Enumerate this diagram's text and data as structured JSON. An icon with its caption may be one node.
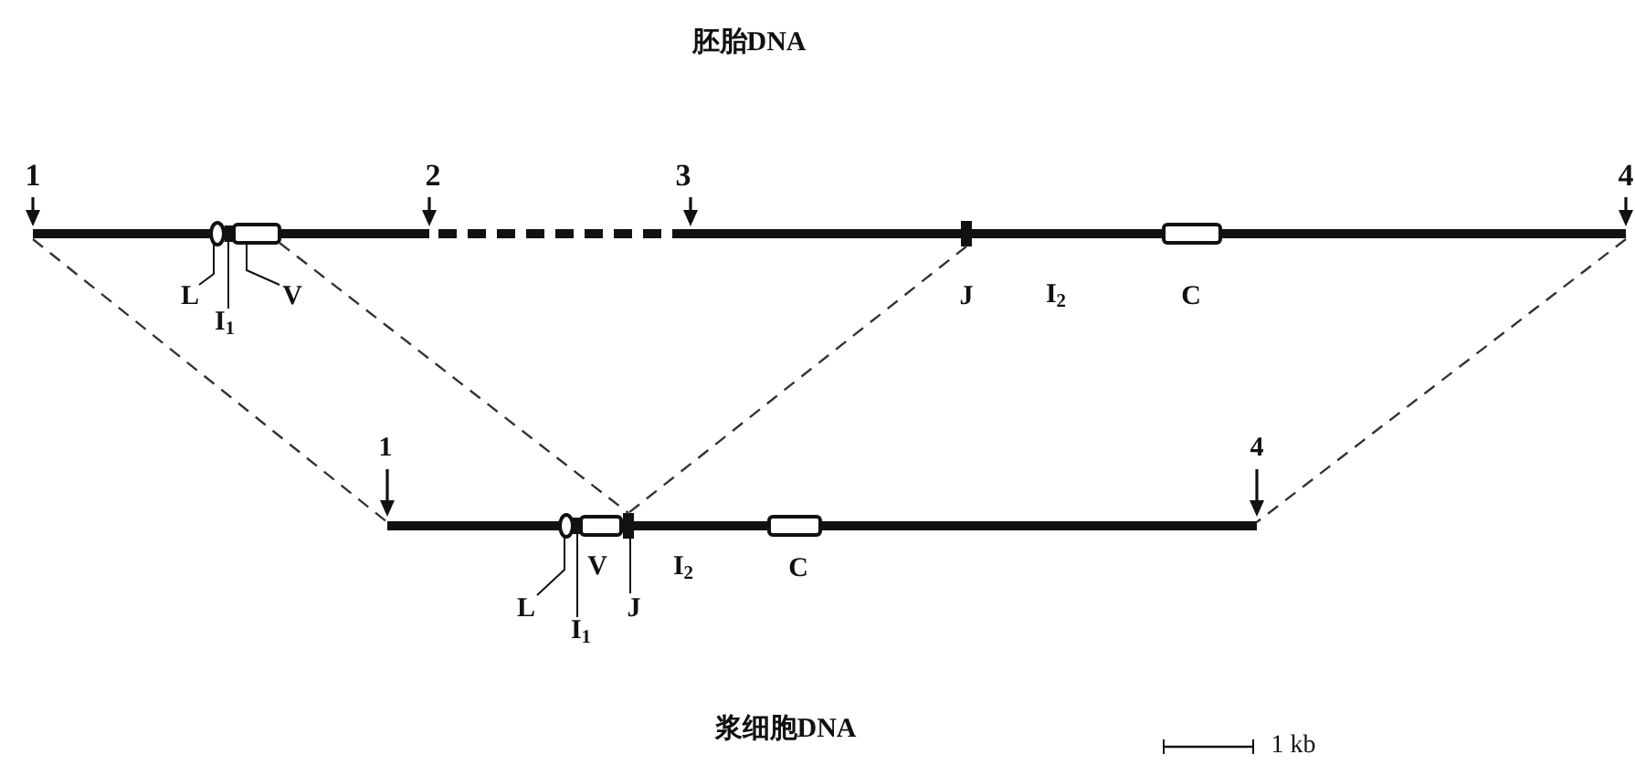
{
  "diagram": {
    "title": "胚胎DNA",
    "caption": "浆细胞DNA",
    "nodes": [
      {
        "text": [
          "L"
        ]
      },
      {
        "text": [
          "I$_{1}$"
        ]
      },
      {
        "text": [
          "V"
        ]
      },
      {
        "text": [
          "L"
        ]
      },
      {
        "text": [
          "I$_{1}$"
        ]
      },
      {
        "text": [
          "J"
        ]
      },
      {
        "text": [],
        "shape": "circle"
      },
      {
        "text": [],
        "shape": "box"
      },
      {
        "text": [],
        "shape": "bar"
      },
      {
        "text": [],
        "shape": "box"
      },
      {
        "text": [],
        "shape": "circle"
      },
      {
        "text": [],
        "shape": "box"
      },
      {
        "text": [],
        "shape": "bar"
      },
      {
        "text": [],
        "shape": "box"
      },
      {
        "text": [],
        "shape": "bar"
      },
      {
        "text": [],
        "shape": "bar"
      }
    ],
    "edges": [
      {
        "from": 0,
        "to": 6,
        "arrow": "none"
      },
      {
        "from": 1,
        "to": 14,
        "arrow": "none"
      },
      {
        "from": 2,
        "to": 7,
        "arrow": "none"
      },
      {
        "from": 3,
        "to": 10,
        "arrow": "none"
      },
      {
        "from": 4,
        "to": 15,
        "arrow": "none"
      },
      {
        "from": 5,
        "to": 12,
        "arrow": "none"
      },
      {
        "from": 7,
        "to": 12,
        "arrow": "none",
        "style": "dashed"
      },
      {
        "from": 8,
        "to": 12,
        "arrow": "none",
        "style": "dashed"
      }
    ],
    "labels": [
      "1",
      "2",
      "3",
      "4",
      "J",
      "I$_{2}$",
      "C",
      "1",
      "4",
      "V",
      "I$_{2}$",
      "C",
      "1 kb"
    ]
  }
}
